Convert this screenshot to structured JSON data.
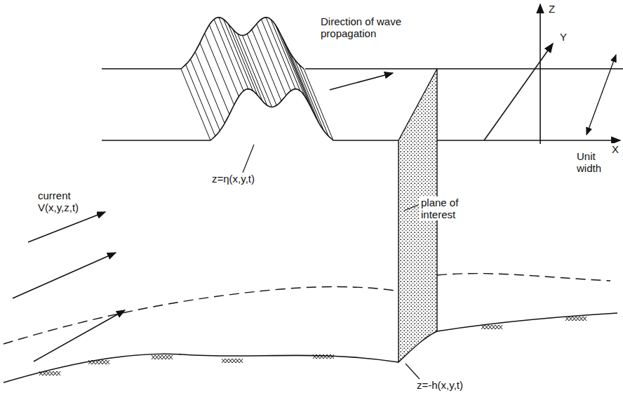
{
  "diagram": {
    "labels": [
      "Direction of wave propagation",
      "Z",
      "Y",
      "Unit width",
      "X",
      "current V(x,y,z,t)",
      "z=η(x,y,t)",
      "plane of interest",
      "z=-h(x,y,t)"
    ]
  }
}
